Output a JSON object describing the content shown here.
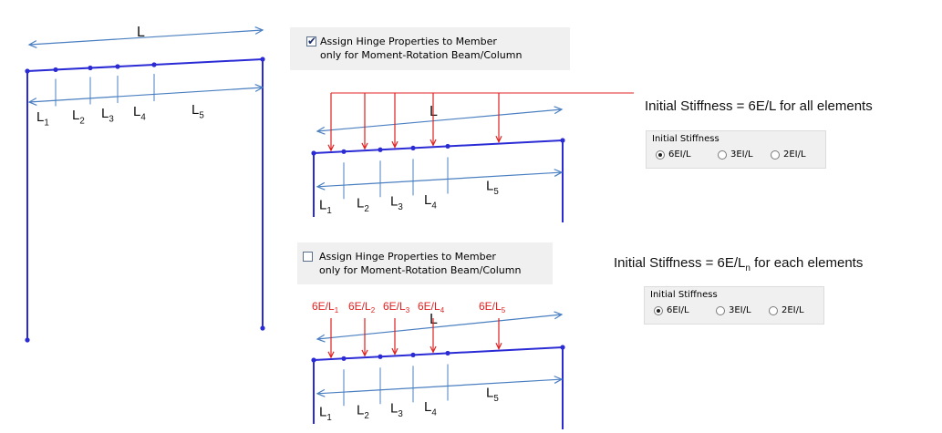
{
  "frame": {
    "total_label": "L",
    "segment_labels": [
      "L1",
      "L2",
      "L3",
      "L4",
      "L5"
    ]
  },
  "panel_top": {
    "checked": true,
    "line1": "Assign Hinge Properties to Member",
    "line2": "only for Moment-Rotation Beam/Column"
  },
  "panel_bottom": {
    "checked": false,
    "line1": "Assign Hinge Properties to Member",
    "line2": "only for Moment-Rotation Beam/Column"
  },
  "beam_top": {
    "total_label": "L",
    "segment_labels": [
      "L1",
      "L2",
      "L3",
      "L4",
      "L5"
    ]
  },
  "beam_bottom": {
    "total_label": "L",
    "segment_labels": [
      "L1",
      "L2",
      "L3",
      "L4",
      "L5"
    ],
    "load_labels": [
      "6E/L1",
      "6E/L2",
      "6E/L3",
      "6E/L4",
      "6E/L5"
    ]
  },
  "note_top": "Initial Stiffness = 6E/L for all elements",
  "note_bottom": {
    "prefix": "Initial Stiffness = 6E/L",
    "sub": "n",
    "suffix": " for each  elements"
  },
  "stiffness_top": {
    "title": "Initial Stiffness",
    "options": [
      "6EI/L",
      "3EI/L",
      "2EI/L"
    ],
    "selected": 0
  },
  "stiffness_bottom": {
    "title": "Initial Stiffness",
    "options": [
      "6EI/L",
      "3EI/L",
      "2EI/L"
    ],
    "selected": 0
  },
  "colors": {
    "frame": "#2b2bd6",
    "dimension": "#4a7fc1",
    "load": "#e02020",
    "label": "#111111"
  }
}
